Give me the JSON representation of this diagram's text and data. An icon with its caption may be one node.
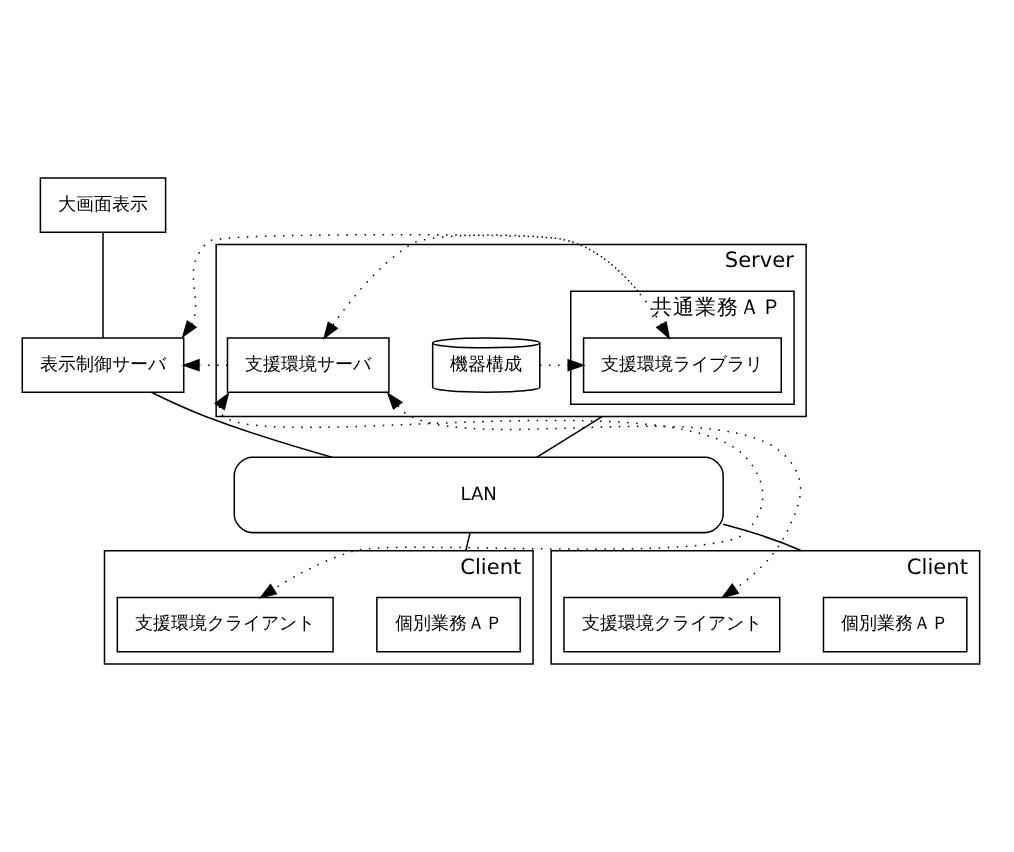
{
  "diagram": {
    "nodes": [
      {
        "text": [
          "大画面表示"
        ]
      },
      {
        "text": [
          "表示制御サーバ"
        ]
      },
      {
        "text": [
          "Server"
        ]
      },
      {
        "text": [
          "共通業務ＡＰ"
        ],
        "in": 2
      },
      {
        "text": [
          "支援環境ライブラリ"
        ],
        "in": 3
      },
      {
        "text": [
          "機器構成"
        ],
        "in": 2
      },
      {
        "text": [
          "支援環境サーバ"
        ],
        "in": 2
      },
      {
        "text": [
          "LAN"
        ]
      },
      {
        "text": [
          "Client"
        ]
      },
      {
        "text": [
          "個別業務ＡＰ"
        ],
        "in": 8
      },
      {
        "text": [
          "支援環境クライアント"
        ],
        "in": 8
      },
      {
        "text": [
          "Client"
        ]
      },
      {
        "text": [
          "個別業務ＡＰ"
        ],
        "in": 11
      },
      {
        "text": [
          "支援環境クライアント"
        ],
        "in": 11
      }
    ],
    "edges": [
      {
        "from": 0,
        "to": 1,
        "arrow": "none"
      },
      {
        "from": 1,
        "to": 7,
        "arrow": "none"
      },
      {
        "from": 2,
        "to": 7,
        "arrow": "none"
      },
      {
        "from": 7,
        "to": 8,
        "arrow": "none"
      },
      {
        "from": 7,
        "to": 11,
        "arrow": "none"
      },
      {
        "from": 5,
        "to": 4,
        "arrow": "to",
        "style": "dashed"
      },
      {
        "from": 4,
        "to": 6,
        "arrow": "both",
        "style": "dashed"
      },
      {
        "from": 3,
        "to": 1,
        "arrow": "to",
        "style": "dashed"
      },
      {
        "from": 6,
        "to": 1,
        "arrow": "to",
        "style": "dashed"
      },
      {
        "from": 6,
        "to": 10,
        "arrow": "both",
        "style": "dashed"
      },
      {
        "from": 6,
        "to": 13,
        "arrow": "both",
        "style": "dashed"
      }
    ]
  }
}
